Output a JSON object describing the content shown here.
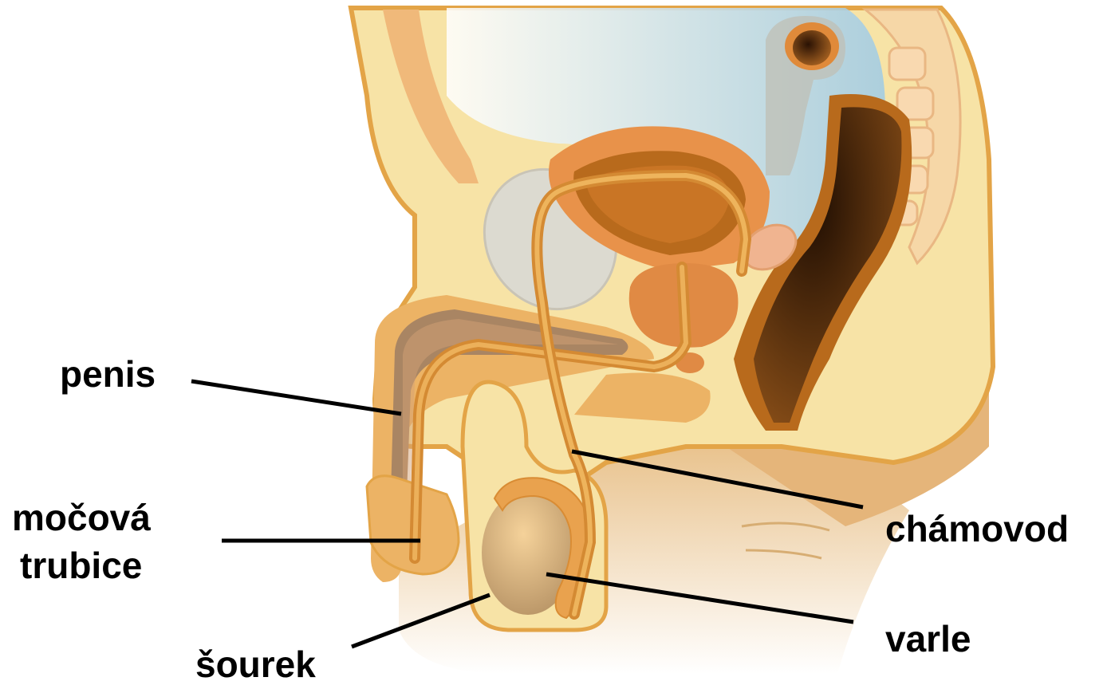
{
  "labels": {
    "penis": "penis",
    "urethra_line1": "močová",
    "urethra_line2": "trubice",
    "scrotum": "šourek",
    "vas_deferens": "chámovod",
    "testis": "varle"
  },
  "colors": {
    "skin": "#f7e3a6",
    "skin_outline": "#e3a447",
    "skin_shadow": "#dba85c",
    "organ_orange": "#e8924a",
    "organ_dark": "#b86a1c",
    "sky_blue": "#a7cfe8",
    "rectum_dark": "#4a2608",
    "testis": "#d9b47e",
    "bone": "#d9d3c4",
    "leader_line": "#000000"
  }
}
